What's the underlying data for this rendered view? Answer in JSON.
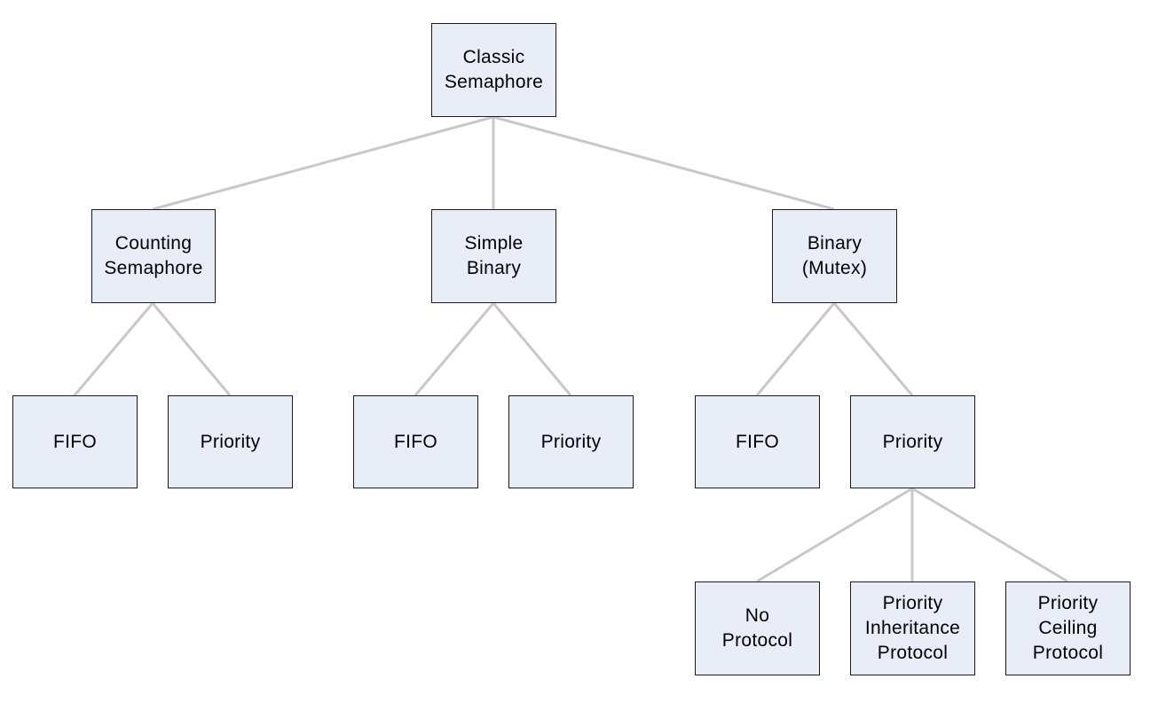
{
  "diagram": {
    "root": {
      "lines": [
        "Classic",
        "Semaphore"
      ]
    },
    "counting": {
      "lines": [
        "Counting",
        "Semaphore"
      ]
    },
    "simple": {
      "lines": [
        "Simple",
        "Binary"
      ]
    },
    "binary": {
      "lines": [
        "Binary",
        "(Mutex)"
      ]
    },
    "counting_fifo": {
      "lines": [
        "FIFO"
      ]
    },
    "counting_priority": {
      "lines": [
        "Priority"
      ]
    },
    "simple_fifo": {
      "lines": [
        "FIFO"
      ]
    },
    "simple_priority": {
      "lines": [
        "Priority"
      ]
    },
    "binary_fifo": {
      "lines": [
        "FIFO"
      ]
    },
    "binary_priority": {
      "lines": [
        "Priority"
      ]
    },
    "no_protocol": {
      "lines": [
        "No",
        "Protocol"
      ]
    },
    "pip": {
      "lines": [
        "Priority",
        "Inheritance",
        "Protocol"
      ]
    },
    "pcp": {
      "lines": [
        "Priority",
        "Ceiling",
        "Protocol"
      ]
    }
  },
  "colors": {
    "node_fill": "#e8edf7",
    "node_border": "#1a1a1a",
    "connector": "#c8c8c8"
  }
}
